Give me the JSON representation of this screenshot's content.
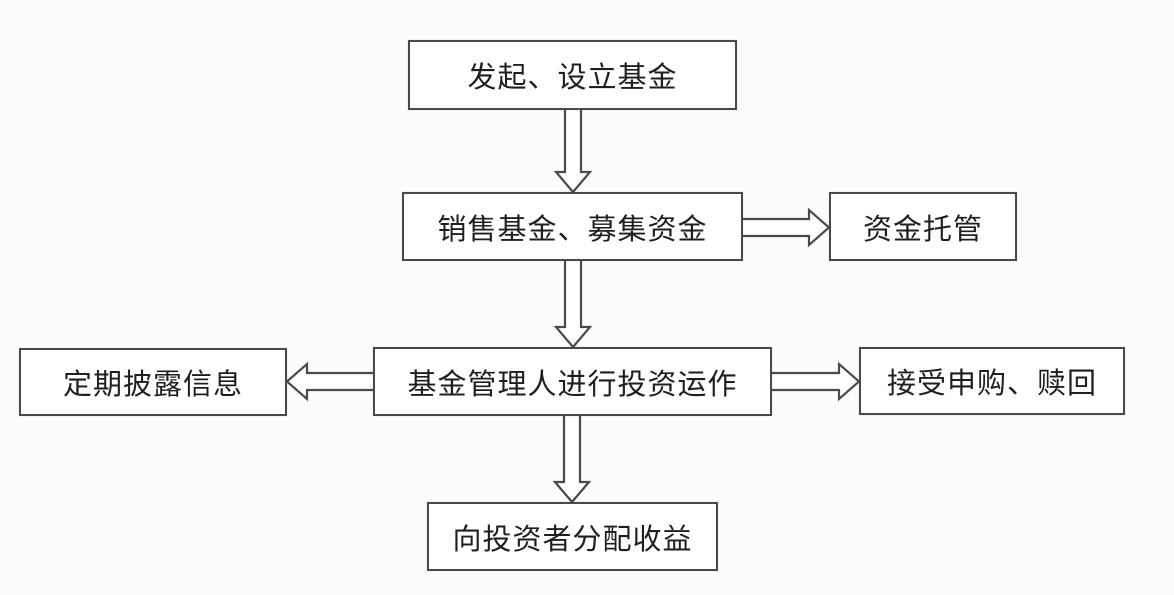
{
  "diagram": {
    "type": "flowchart",
    "topic": "fund-operation-process",
    "nodes": [
      {
        "id": "initiate",
        "label": "发起、设立基金"
      },
      {
        "id": "sell-raise",
        "label": "销售基金、募集资金"
      },
      {
        "id": "custody",
        "label": "资金托管"
      },
      {
        "id": "manager",
        "label": "基金管理人进行投资运作"
      },
      {
        "id": "disclose",
        "label": "定期披露信息"
      },
      {
        "id": "subscribe",
        "label": "接受申购、赎回"
      },
      {
        "id": "distribute",
        "label": "向投资者分配收益"
      }
    ],
    "edges": [
      {
        "from": "initiate",
        "to": "sell-raise",
        "direction": "down",
        "style": "hollow-block-arrow"
      },
      {
        "from": "sell-raise",
        "to": "custody",
        "direction": "right",
        "style": "hollow-block-arrow"
      },
      {
        "from": "sell-raise",
        "to": "manager",
        "direction": "down",
        "style": "hollow-block-arrow"
      },
      {
        "from": "manager",
        "to": "disclose",
        "direction": "left",
        "style": "hollow-block-arrow"
      },
      {
        "from": "manager",
        "to": "subscribe",
        "direction": "right",
        "style": "hollow-block-arrow"
      },
      {
        "from": "manager",
        "to": "distribute",
        "direction": "down",
        "style": "hollow-block-arrow"
      }
    ],
    "colors": {
      "box_border": "#4a4a4a",
      "arrow": "#4a4a4a",
      "text": "#1f1f1f",
      "background": "#fcfcfc",
      "box_background": "#ffffff"
    }
  }
}
